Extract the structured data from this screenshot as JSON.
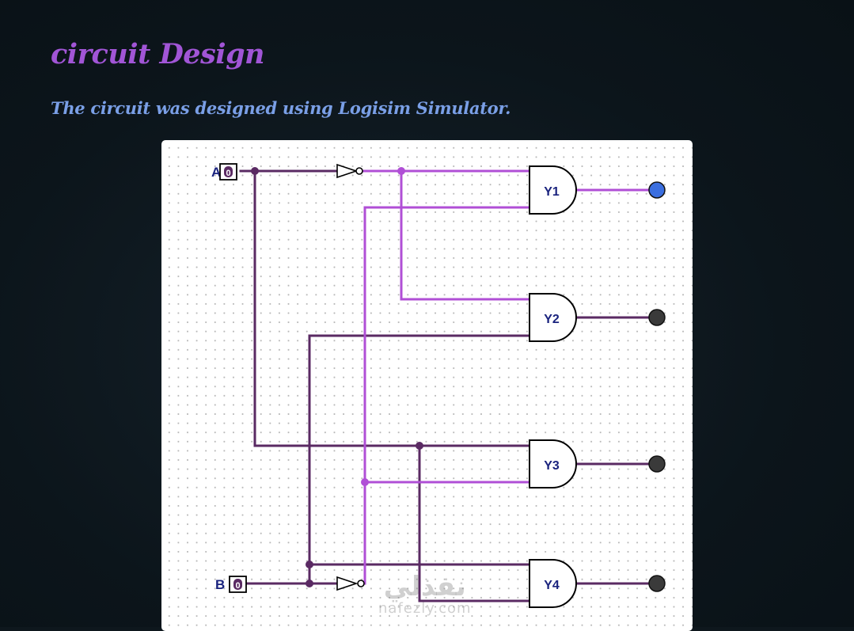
{
  "page": {
    "title": "circuit Design",
    "subtitle": "The circuit was designed using Logisim Simulator."
  },
  "circuit": {
    "inputs": [
      {
        "name": "A",
        "value": "0"
      },
      {
        "name": "B",
        "value": "0"
      }
    ],
    "gates": [
      {
        "label": "Y1",
        "type": "AND"
      },
      {
        "label": "Y2",
        "type": "AND"
      },
      {
        "label": "Y3",
        "type": "AND"
      },
      {
        "label": "Y4",
        "type": "AND"
      }
    ],
    "colors": {
      "wire_low": "#5a2a63",
      "wire_high": "#b04fd6",
      "output_on": "#3b6fe0",
      "output_off": "#3a3a3a"
    }
  },
  "watermark": {
    "arabic": "نفذلي",
    "latin": "nafezly.com"
  }
}
